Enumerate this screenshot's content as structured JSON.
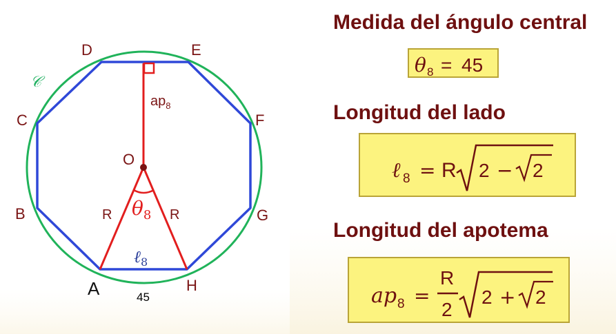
{
  "diagram": {
    "vertices": {
      "A": "A",
      "B": "B",
      "C": "C",
      "D": "D",
      "E": "E",
      "F": "F",
      "G": "G",
      "H": "H",
      "O": "O"
    },
    "circle_label": "𝒞",
    "side_label_R_left": "R",
    "side_label_R_right": "R",
    "apothem_label": {
      "base": "ap",
      "sub": "8"
    },
    "angle_label": {
      "symbol": "θ",
      "sub": "8"
    },
    "side_label": {
      "symbol": "ℓ",
      "sub": "8"
    },
    "below_side_value": "45",
    "colors": {
      "polygon": "#2f48d8",
      "circle": "#20b35a",
      "radius": "#e21e1e",
      "apothem": "#e21e1e",
      "label": "#7a1414"
    }
  },
  "sections": {
    "central_angle": {
      "title": "Medida del ángulo central",
      "formula": {
        "symbol": "θ",
        "sub": "8",
        "eq": "=",
        "value": "45"
      }
    },
    "side_length": {
      "title": "Longitud del lado",
      "formula": {
        "lhs": "ℓ",
        "sub": "8",
        "eq": "=",
        "r": "R",
        "two": "2",
        "op": "−",
        "root_two": "2"
      }
    },
    "apothem_length": {
      "title": "Longitud del apotema",
      "formula": {
        "lhs": "ap",
        "sub": "8",
        "eq": "=",
        "num": "R",
        "den": "2",
        "two": "2",
        "op": "+",
        "root_two": "2"
      }
    }
  }
}
